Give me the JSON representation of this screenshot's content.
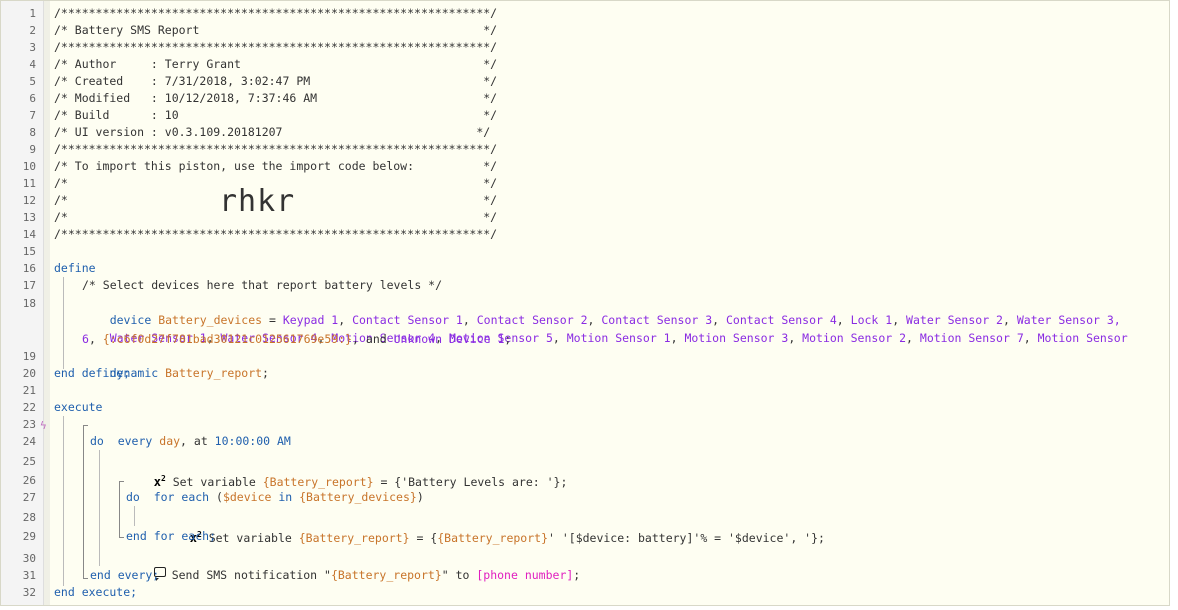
{
  "header": {
    "border_top": "/**************************************************************/",
    "title": "/* Battery SMS Report                                         */",
    "sep1": "/**************************************************************/",
    "author": "/* Author     : Terry Grant                                   */",
    "created": "/* Created    : 7/31/2018, 3:02:47 PM                         */",
    "modified": "/* Modified   : 10/12/2018, 7:37:46 AM                        */",
    "build": "/* Build      : 10                                            */",
    "ui_version": "/* UI version : v0.3.109.20181207                            */",
    "sep2": "/**************************************************************/",
    "import_note": "/* To import this piston, use the import code below:          */",
    "blank1": "/*                                                            */",
    "blank2": "/*                                                            */",
    "blank3": "/*                                                            */",
    "border_bottom": "/**************************************************************/",
    "import_code": "rhkr"
  },
  "line_numbers": [
    "1",
    "2",
    "3",
    "4",
    "5",
    "6",
    "7",
    "8",
    "9",
    "10",
    "11",
    "12",
    "13",
    "14",
    "15",
    "16",
    "17",
    "18",
    "19",
    "20",
    "21",
    "22",
    "23",
    "24",
    "25",
    "26",
    "27",
    "28",
    "29",
    "30",
    "31",
    "32"
  ],
  "code": {
    "define": "define",
    "comment_select": "/* Select devices here that report battery levels */",
    "device_kw": "device",
    "devices_var": "Battery_devices",
    "equals": " = ",
    "devices_line1": [
      "Keypad 1",
      "Contact Sensor 1",
      "Contact Sensor 2",
      "Contact Sensor 3",
      "Contact Sensor 4",
      "Lock 1",
      "Water Sensor 2",
      "Water Sensor 3,"
    ],
    "devices_line2": [
      "Water Sensor 1",
      "Water Sensor 4",
      "Motion Sensor 4",
      "Motion Sensor 5",
      "Motion Sensor 1",
      "Motion Sensor 3",
      "Motion Sensor 2",
      "Motion Sensor 7",
      "Motion Sensor"
    ],
    "devices_line3_a": "6",
    "devices_line3_b": "{:c6f0d27f781bad30121c012561769e59:}",
    "devices_line3_and": ", and ",
    "devices_line3_c": "Unknown Device 1",
    "semicolon": ";",
    "dynamic_kw": "dynamic",
    "report_var": "Battery_report",
    "end_define": "end define;",
    "execute": "execute",
    "every_kw": "every",
    "day_word": "day",
    "at_word": ", at ",
    "time": "10:00:00 AM",
    "do1": "do",
    "set_var_label": "Set variable",
    "set1_var": "{Battery_report}",
    "set1_value": " = {'Battery Levels are: '};",
    "for_each_kw": "for each",
    "for_open": " (",
    "for_device": "$device",
    "in_kw": " in ",
    "for_list": "{Battery_devices}",
    "for_close": ")",
    "do2": "do",
    "set2_var": "{Battery_report}",
    "set2_value_pre": " = {",
    "set2_inner_var": "{Battery_report}",
    "set2_value_post": "' '[$device: battery]'% = '$device', '};",
    "end_for_each": "end for each;",
    "sms_label": "Send SMS notification \"",
    "sms_var": "{Battery_report}",
    "sms_to": "\" to ",
    "sms_phone": "[phone number]",
    "end_every": "end every;",
    "end_execute": "end execute;"
  },
  "colors": {
    "keyword": "#1f5fad",
    "device": "#8a2be2",
    "variable": "#c8742a",
    "placeholder": "#e020c0",
    "background": "#fefef2"
  }
}
